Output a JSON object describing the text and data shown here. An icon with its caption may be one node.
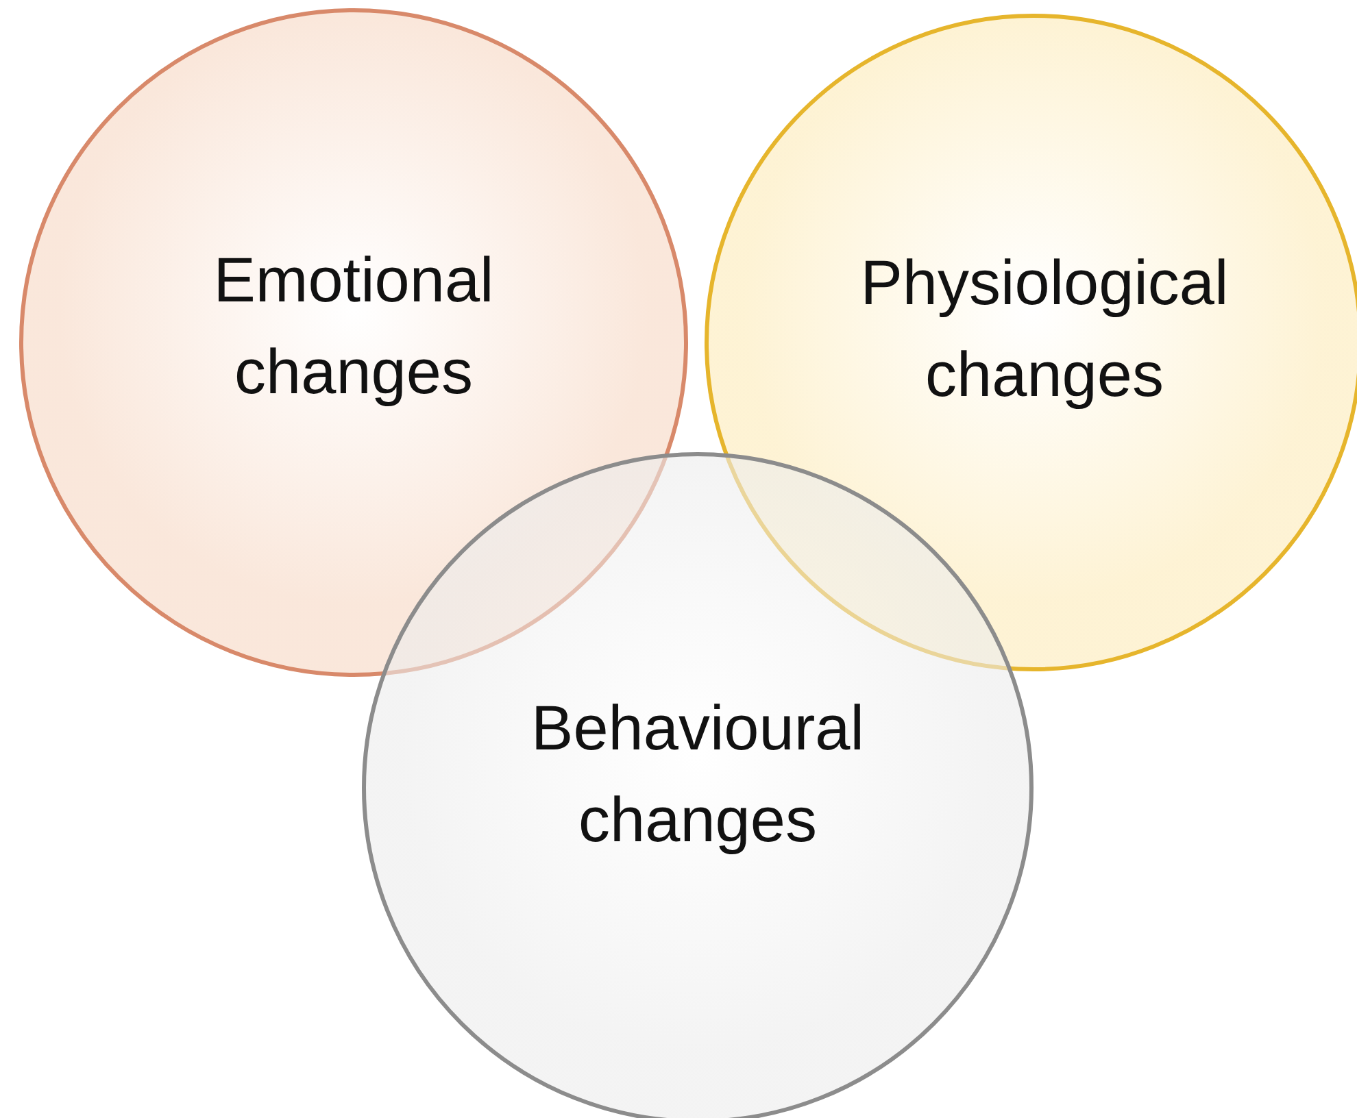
{
  "diagram": {
    "nodes": [
      {
        "text": [
          "Emotional changes"
        ]
      },
      {
        "text": [
          "Physiological changes"
        ]
      },
      {
        "text": [
          "Behavioural changes"
        ]
      }
    ]
  }
}
